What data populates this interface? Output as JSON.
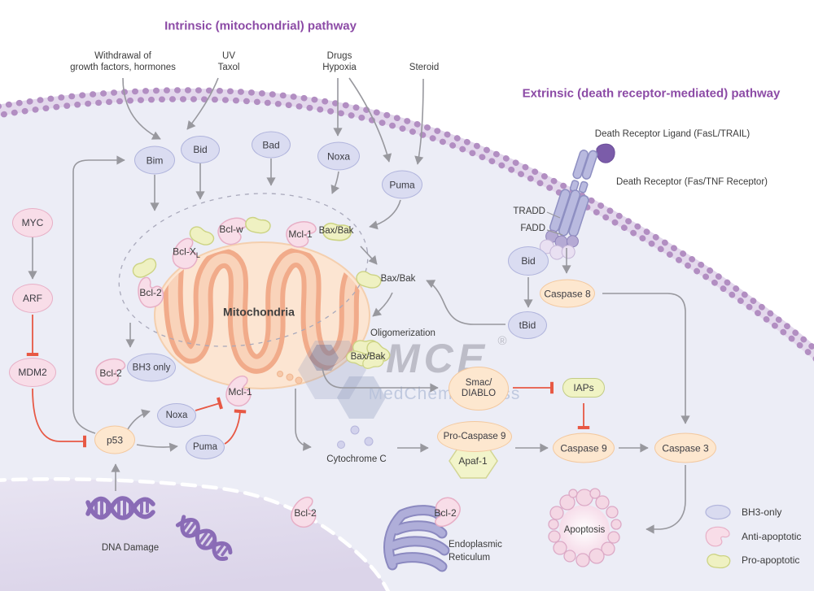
{
  "titles": {
    "intrinsic": "Intrinsic (mitochondrial) pathway",
    "extrinsic": "Extrinsic (death receptor-mediated) pathway"
  },
  "stimuli": {
    "withdrawal1": "Withdrawal of",
    "withdrawal2": "growth factors, hormones",
    "uv1": "UV",
    "uv2": "Taxol",
    "drugs1": "Drugs",
    "drugs2": "Hypoxia",
    "steroid": "Steroid"
  },
  "receptor": {
    "ligand": "Death Receptor Ligand (FasL/TRAIL)",
    "receptor": "Death Receptor (Fas/TNF Receptor)",
    "tradd": "TRADD",
    "fadd": "FADD"
  },
  "nodes": {
    "bim": "Bim",
    "bid": "Bid",
    "bad": "Bad",
    "noxa": "Noxa",
    "puma": "Puma",
    "myc": "MYC",
    "arf": "ARF",
    "mdm2": "MDM2",
    "bh3only": "BH3 only",
    "p53": "p53",
    "tbid": "tBid",
    "caspase8": "Caspase 8",
    "pro_caspase9": "Pro-Caspase 9",
    "apaf1": "Apaf-1",
    "caspase9": "Caspase 9",
    "caspase3": "Caspase 3",
    "iaps": "IAPs",
    "smac1": "Smac/",
    "smac2": "DIABLO"
  },
  "proteins": {
    "bcl2": "Bcl-2",
    "bclx_main": "Bcl-X",
    "bclx_sub": "L",
    "bclw": "Bcl-w",
    "mcl1": "Mcl-1",
    "baxbak": "Bax/Bak"
  },
  "labels": {
    "mitochondria": "Mitochondria",
    "oligomerization": "Oligomerization",
    "cytochrome_c": "Cytochrome C",
    "dna_damage": "DNA Damage",
    "er1": "Endoplasmic",
    "er2": "Reticulum",
    "apoptosis": "Apoptosis"
  },
  "legend": {
    "bh3": "BH3-only",
    "anti": "Anti-apoptotic",
    "pro": "Pro-apoptotic"
  },
  "watermark": {
    "brand": "MCE",
    "sub": "MedChemExpress",
    "reg": "®"
  },
  "colors": {
    "title": "#8c4ba6",
    "bh3_fill": "#dadcf1",
    "anti_fill": "#f8dde8",
    "pro_fill": "#eff1c2",
    "caspase_fill": "#fde7cf",
    "inhibit_red": "#e75844",
    "arrow_gray": "#98989e",
    "membrane": "#b28ec2",
    "cytosol": "#ecedf6"
  }
}
